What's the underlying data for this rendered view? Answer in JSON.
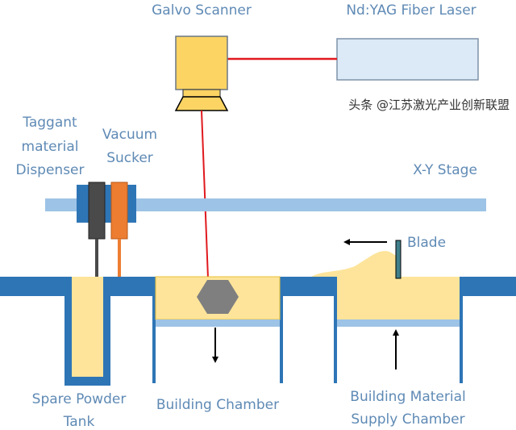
{
  "labels": {
    "galvo": "Galvo Scanner",
    "laser": "Nd:YAG Fiber Laser",
    "taggant": [
      "Taggant",
      "material",
      "Dispenser"
    ],
    "vacuum": [
      "Vacuum",
      "Sucker"
    ],
    "stage": "X-Y Stage",
    "blade": "Blade",
    "spare": [
      "Spare Powder",
      "Tank"
    ],
    "building": "Building Chamber",
    "supply": [
      "Building Material",
      "Supply Chamber"
    ]
  },
  "watermark": "头条 @江苏激光产业创新联盟",
  "colors": {
    "frame": "#2e75b6",
    "powder": "#fde49a",
    "stage": "#9dc3e6",
    "laser_beam": "#e0191e",
    "scanner": "#fbd463",
    "laser_box": "#dce9f6",
    "label": "#5f8ab5"
  }
}
